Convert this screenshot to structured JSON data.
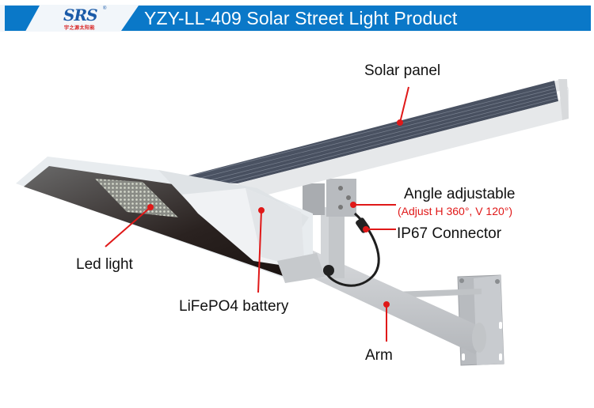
{
  "header": {
    "title": "YZY-LL-409 Solar Street Light Product",
    "accent_color": "#0a78c8",
    "logo": {
      "mark": "SRS",
      "registered": "®",
      "subtitle": "宇之源太阳能"
    }
  },
  "product": {
    "image": "solar-street-light-photo",
    "callout_color": "#e01818",
    "labels": {
      "solar_panel": "Solar panel",
      "angle_adjustable": "Angle adjustable",
      "angle_detail": "(Adjust H 360°, V 120°)",
      "ip67_connector": "IP67 Connector",
      "led_light": "Led light",
      "battery": "LiFePO4 battery",
      "arm": "Arm"
    }
  }
}
